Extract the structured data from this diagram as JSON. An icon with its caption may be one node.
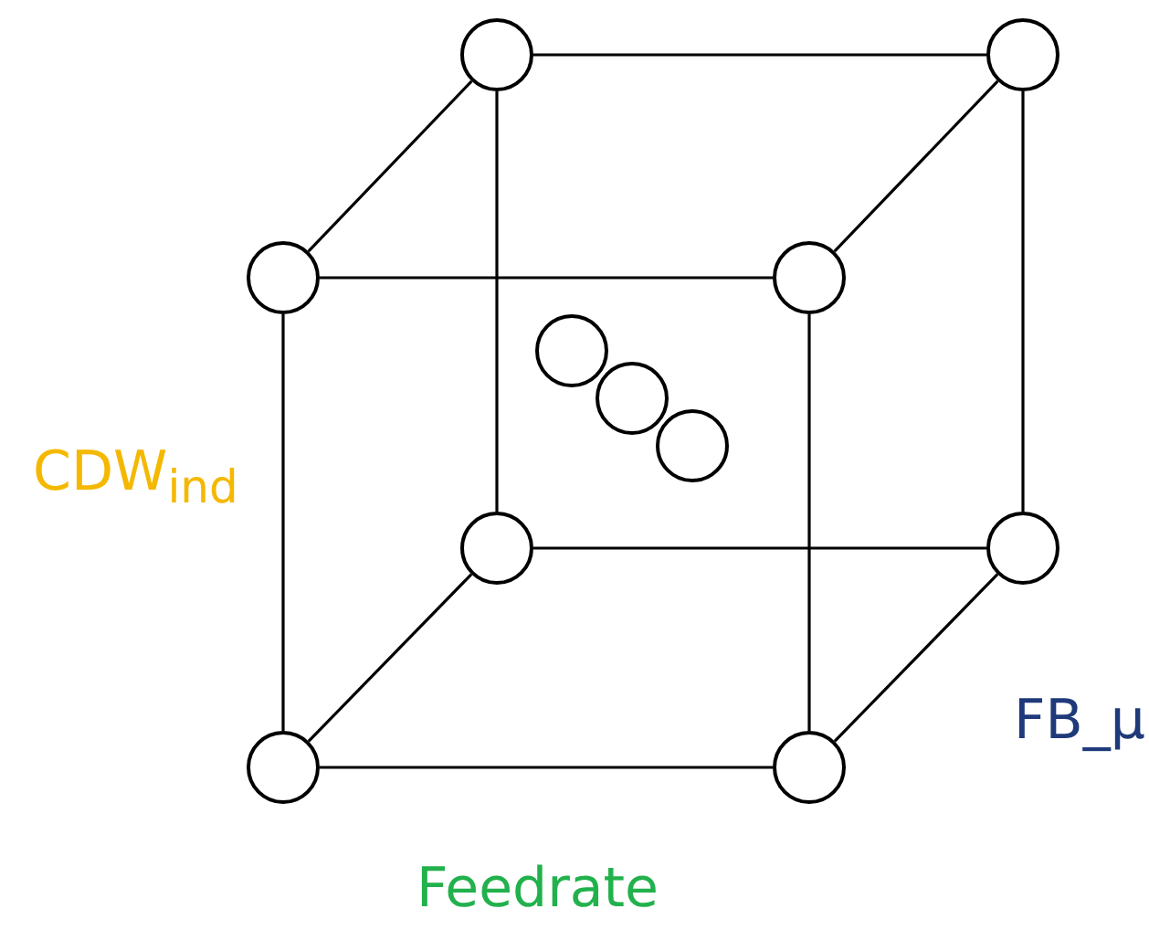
{
  "diagram": {
    "nodes": [
      {
        "text": [],
        "shape": "circle"
      },
      {
        "text": [],
        "shape": "circle"
      },
      {
        "text": [],
        "shape": "circle"
      },
      {
        "text": [],
        "shape": "circle"
      },
      {
        "text": [],
        "shape": "circle"
      },
      {
        "text": [],
        "shape": "circle"
      },
      {
        "text": [],
        "shape": "circle"
      },
      {
        "text": [],
        "shape": "circle"
      },
      {
        "text": [],
        "shape": "circle"
      },
      {
        "text": [],
        "shape": "circle"
      },
      {
        "text": [],
        "shape": "circle"
      }
    ],
    "edges": [
      {
        "from": 0,
        "to": 1,
        "arrow": "none"
      },
      {
        "from": 0,
        "to": 2,
        "arrow": "none"
      },
      {
        "from": 1,
        "to": 3,
        "arrow": "none"
      },
      {
        "from": 2,
        "to": 3,
        "arrow": "none"
      },
      {
        "from": 0,
        "to": 7,
        "arrow": "none"
      },
      {
        "from": 1,
        "to": 8,
        "arrow": "none"
      },
      {
        "from": 2,
        "to": 9,
        "arrow": "none"
      },
      {
        "from": 3,
        "to": 10,
        "arrow": "none"
      },
      {
        "from": 7,
        "to": 8,
        "arrow": "none"
      },
      {
        "from": 7,
        "to": 9,
        "arrow": "none"
      },
      {
        "from": 8,
        "to": 10,
        "arrow": "none"
      },
      {
        "from": 9,
        "to": 10,
        "arrow": "none"
      }
    ],
    "labels": [
      "CDW$_{ind}$",
      "FB_μ",
      "Feedrate"
    ]
  }
}
